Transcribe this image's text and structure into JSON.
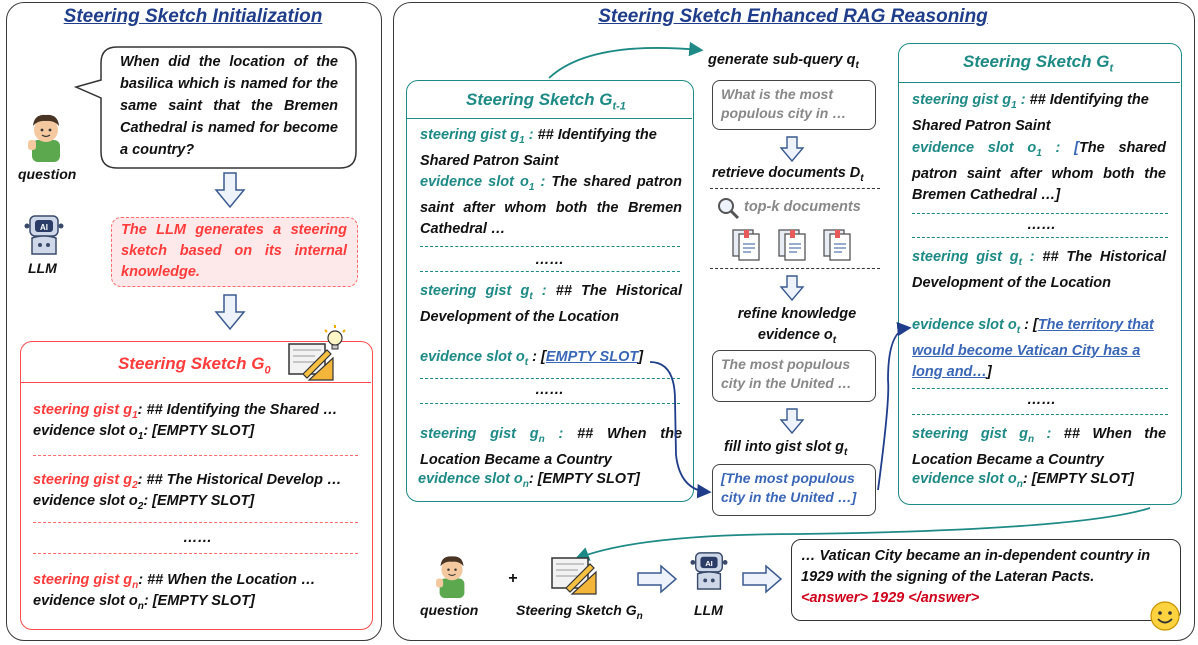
{
  "left_panel": {
    "title": "Steering Sketch Initialization",
    "question_text": "When did the location of the basilica which is named for the same saint that the Bremen Cathedral is named for become a country?",
    "question_label": "question",
    "llm_label": "LLM",
    "llm_text": "The LLM generates a steering sketch based on its internal knowledge.",
    "sketch_title": "Steering Sketch G",
    "sketch_sub": "0",
    "gists": [
      {
        "gist_label": "steering gist g",
        "gist_sub": "1",
        "gist_text": ": ## Identifying the Shared …",
        "slot_label": "evidence slot o",
        "slot_sub": "1",
        "slot_text": ": [EMPTY SLOT]"
      },
      {
        "gist_label": "steering gist g",
        "gist_sub": "2",
        "gist_text": ": ## The Historical Develop …",
        "slot_label": "evidence slot o",
        "slot_sub": "2",
        "slot_text": ": [EMPTY SLOT]"
      },
      {
        "gist_label": "steering gist g",
        "gist_sub": "n",
        "gist_text": ": ## When the Location …",
        "slot_label": "evidence slot o",
        "slot_sub": "n",
        "slot_text": ": [EMPTY SLOT]"
      }
    ],
    "ellipsis": "……"
  },
  "right_panel": {
    "title": "Steering Sketch Enhanced RAG Reasoning",
    "prev_sketch": {
      "title": "Steering Sketch G",
      "title_sub": "t-1",
      "g1_label": "steering gist g",
      "g1_sub": "1",
      "g1_colon": " :",
      "g1_text": "## Identifying the Shared Patron Saint",
      "o1_label": "evidence slot o",
      "o1_sub": "1",
      "o1_colon": " :",
      "o1_text": "The shared patron saint after whom both the Bremen Cathedral …",
      "gt_label": "steering gist g",
      "gt_sub": "t",
      "gt_colon": " :",
      "gt_text": "## The Historical Development of the Location",
      "ot_label": "evidence slot o",
      "ot_sub": "t",
      "ot_colon": " : [",
      "ot_empty": "EMPTY SLOT",
      "ot_end": "]",
      "gn_label": "steering gist g",
      "gn_sub": "n",
      "gn_colon": " :",
      "gn_text": "## When the Location Became a Country",
      "on_label": "evidence slot o",
      "on_sub": "n",
      "on_text": ": [EMPTY SLOT]",
      "ellipsis": "……"
    },
    "flow": {
      "subquery_label": "generate  sub-query q",
      "subquery_sub": "t",
      "subquery_box": "What is the most populous city in …",
      "retrieve_label": "retrieve documents D",
      "retrieve_sub": "t",
      "topk_label": "top-k documents",
      "refine_label": "refine knowledge evidence o",
      "refine_sub": "t",
      "refine_box": "The most populous city in the United …",
      "fill_label": "fill into gist slot g",
      "fill_sub": "t",
      "fill_box": "[The most populous city in the United …]"
    },
    "new_sketch": {
      "title": "Steering Sketch G",
      "title_sub": "t",
      "g1_label": "steering gist g",
      "g1_sub": "1",
      "g1_colon": " :",
      "g1_text": "## Identifying the Shared Patron Saint",
      "o1_label": "evidence slot o",
      "o1_sub": "1",
      "o1_colon": " :",
      "o1_open": "[",
      "o1_text": "The shared patron saint after whom both the Bremen Cathedral …]",
      "gt_label": "steering gist g",
      "gt_sub": "t",
      "gt_colon": " :",
      "gt_text": "## The Historical Development of the Location",
      "ot_label": "evidence slot o",
      "ot_sub": "t",
      "ot_colon": " : [",
      "ot_text": "The territory that would become Vatican City has a long and…",
      "ot_end": "]",
      "gn_label": "steering gist g",
      "gn_sub": "n",
      "gn_colon": " :",
      "gn_text": "## When the Location Became a Country",
      "on_label": "evidence slot o",
      "on_sub": "n",
      "on_text": ": [EMPTY SLOT]",
      "ellipsis": "……"
    },
    "bottom": {
      "question_label": "question",
      "plus": "+",
      "sketch_label": "Steering Sketch G",
      "sketch_sub": "n",
      "llm_label": "LLM",
      "answer_text": "… Vatican City became an in-dependent country in 1929 with the signing of the Lateran Pacts.",
      "answer_tag": "<answer> 1929 </answer>"
    }
  },
  "colors": {
    "teal": "#1e8a86",
    "red": "#ff3b3b",
    "navy": "#1f3d8a",
    "link_blue": "#3a66b8",
    "answer_red": "#d0021b"
  }
}
